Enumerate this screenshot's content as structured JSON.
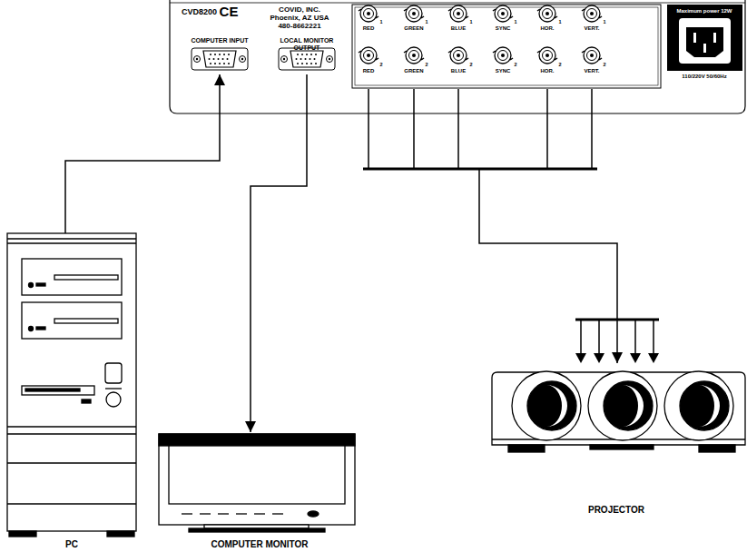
{
  "diagram": {
    "nodes": [
      {
        "text": [
          "CVD8200"
        ]
      },
      {
        "text": [
          "COMPUTER INPUT"
        ],
        "in": 0
      },
      {
        "text": [
          "LOCAL MONITOR OUTPUT"
        ],
        "in": 0
      },
      {
        "text": [
          "PC"
        ]
      },
      {
        "text": [
          "COMPUTER MONITOR"
        ]
      },
      {
        "text": [
          "PROJECTOR"
        ]
      }
    ],
    "edges": [
      {
        "from": 3,
        "to": 1,
        "arrow": "to"
      },
      {
        "from": 2,
        "to": 4,
        "arrow": "to"
      },
      {
        "from": 0,
        "to": 5,
        "arrow": "to"
      }
    ],
    "labels": [
      "CE",
      "COVID, INC.",
      "Phoenix, AZ USA",
      "480-8662221",
      "RED",
      "1",
      "GREEN",
      "1",
      "BLUE",
      "1",
      "SYNC",
      "1",
      "HOR.",
      "1",
      "VERT.",
      "1",
      "RED",
      "2",
      "GREEN",
      "2",
      "BLUE",
      "2",
      "SYNC",
      "2",
      "HOR.",
      "2",
      "VERT.",
      "2",
      "Maximum power 12W",
      "110/220V 50/60Hz"
    ]
  }
}
